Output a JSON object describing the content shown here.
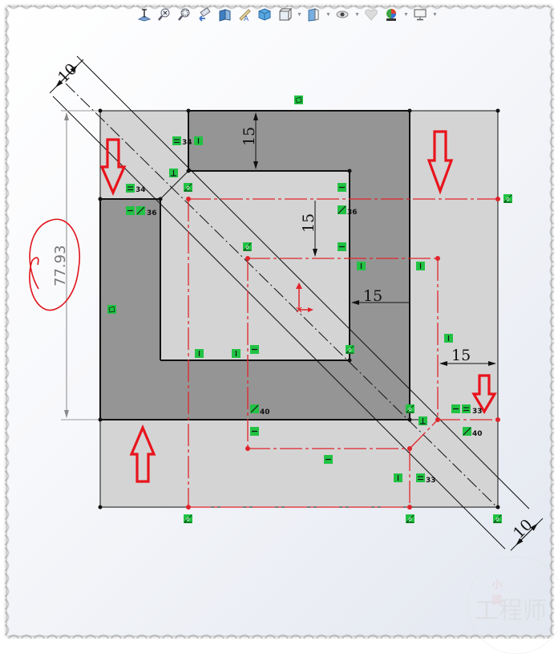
{
  "toolbar": {
    "items": [
      {
        "name": "normal-to-icon",
        "has_dropdown": false
      },
      {
        "name": "zoom-to-fit-icon",
        "has_dropdown": false
      },
      {
        "name": "zoom-to-area-icon",
        "has_dropdown": false
      },
      {
        "name": "previous-view-icon",
        "has_dropdown": false
      },
      {
        "name": "section-view-icon",
        "has_dropdown": false
      },
      {
        "name": "dynamic-annotation-icon",
        "has_dropdown": false
      },
      {
        "name": "view-orientation-icon",
        "has_dropdown": false
      },
      {
        "name": "display-style-icon",
        "has_dropdown": true
      },
      {
        "name": "hide-show-items-icon",
        "has_dropdown": true
      },
      {
        "name": "edit-appearance-icon",
        "has_dropdown": true
      },
      {
        "name": "apply-scene-icon",
        "has_dropdown": false
      },
      {
        "name": "view-settings-icon",
        "has_dropdown": true
      },
      {
        "name": "display-monitor-icon",
        "has_dropdown": true
      }
    ]
  },
  "sketch": {
    "dimensions": {
      "offset_top_left": "10",
      "offset_bottom_right": "10",
      "top_flange_height": "15",
      "inner_top_offset": "15",
      "inner_right_offset": "15",
      "right_inner_offset": "15",
      "overall_height": "77.93"
    },
    "relation_labels": {
      "equal_34_a": "34",
      "equal_34_b": "34",
      "equal_36_a": "36",
      "equal_36_b": "36",
      "equal_33_a": "33",
      "equal_33_b": "33",
      "collinear_40_a": "40",
      "collinear_40_b": "40"
    },
    "colors": {
      "dark_face": "#959595",
      "light_face": "#d4d4d4",
      "construction": "#e0242b",
      "relation_badge": "#22c244",
      "annotation_arrow": "#e8141c"
    }
  },
  "watermark": {
    "small_text": "小 國",
    "large_text": "工程师"
  }
}
